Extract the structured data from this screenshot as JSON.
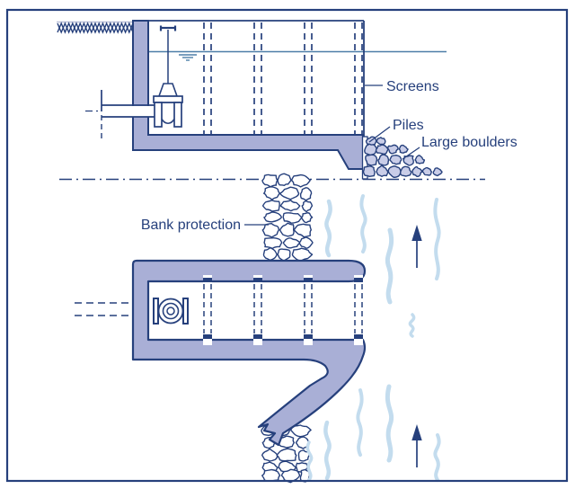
{
  "labels": {
    "screens": "Screens",
    "piles": "Piles",
    "large_boulders": "Large boulders",
    "bank_protection": "Bank protection"
  },
  "icons": {
    "flow_direction": "up-arrow",
    "water_level": "ripple-lines",
    "ground": "hatch",
    "valve_section": "gate-valve",
    "valve_plan": "concentric-valve"
  },
  "colors": {
    "line_navy": "#26407c",
    "structure_fill": "#a9afd6",
    "boulder_fill": "#c9cde8",
    "stone_fill": "#ffffff",
    "water_line": "#4d7ea8",
    "water_mark": "#c3dcee",
    "light_accent": "#b9bfd8",
    "background": "#ffffff"
  }
}
